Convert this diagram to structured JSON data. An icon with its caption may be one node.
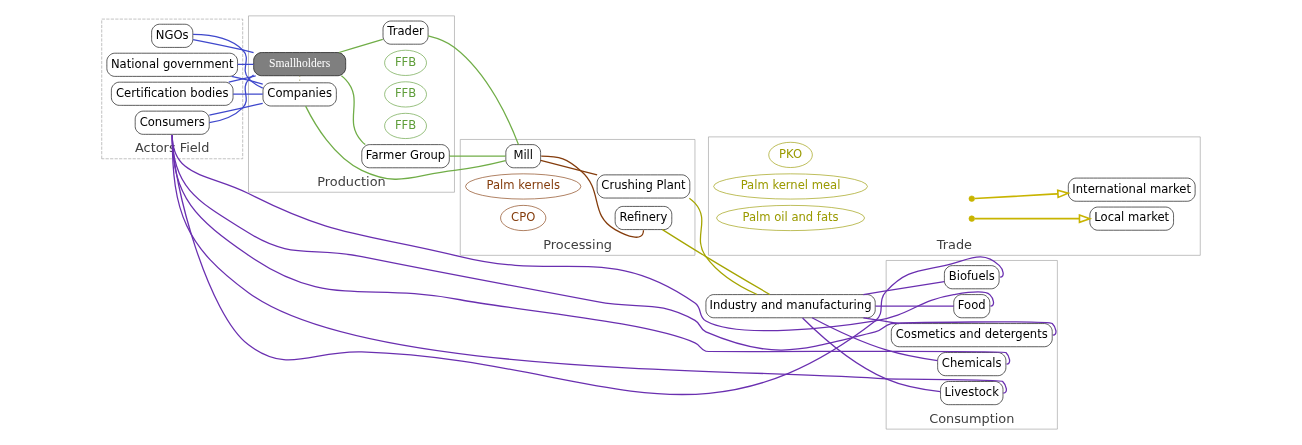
{
  "diagram": {
    "nodes": [
      {
        "text": [
          "Actors Field"
        ]
      },
      {
        "text": [
          "NGOs"
        ],
        "in": 0
      },
      {
        "text": [
          "National government"
        ],
        "in": 0
      },
      {
        "text": [
          "Certification bodies"
        ],
        "in": 0
      },
      {
        "text": [
          "Consumers"
        ],
        "in": 0
      },
      {
        "text": [
          "Production"
        ]
      },
      {
        "text": [
          "Smallholders"
        ],
        "in": 5
      },
      {
        "text": [
          "FFB"
        ],
        "in": 5
      },
      {
        "text": [
          "Trader"
        ],
        "in": 5
      },
      {
        "text": [
          "FFB"
        ],
        "in": 5
      },
      {
        "text": [
          "Farmer Group"
        ],
        "in": 5
      },
      {
        "text": [
          "Companies"
        ],
        "in": 5
      },
      {
        "text": [
          "FFB"
        ],
        "in": 5
      },
      {
        "text": [
          "Processing"
        ]
      },
      {
        "text": [
          "Refinery"
        ],
        "in": 13
      },
      {
        "text": [
          "CPO"
        ],
        "in": 13
      },
      {
        "text": [
          "Mill"
        ],
        "in": 13
      },
      {
        "text": [
          "Palm kernels"
        ],
        "in": 13
      },
      {
        "text": [
          "Crushing Plant"
        ],
        "in": 13
      },
      {
        "text": [
          "Trade"
        ]
      },
      {
        "text": [
          "International market"
        ],
        "in": 19
      },
      {
        "text": [
          "Palm oil and fats"
        ],
        "in": 19
      },
      {
        "text": [
          "PKO"
        ],
        "in": 19
      },
      {
        "text": [
          "Palm kernel meal"
        ],
        "in": 19
      },
      {
        "text": [
          "Local market"
        ],
        "in": 19
      },
      {
        "text": [
          "Industry and manufacturing"
        ]
      },
      {
        "text": [
          "Consumption"
        ]
      },
      {
        "text": [
          "Food"
        ],
        "in": 26
      },
      {
        "text": [
          "Cosmetics and detergents"
        ],
        "in": 26
      },
      {
        "text": [
          "Chemicals"
        ],
        "in": 26
      },
      {
        "text": [
          "Livestock"
        ],
        "in": 26
      },
      {
        "text": [
          "Biofuels"
        ],
        "in": 26
      }
    ],
    "edges": [
      {
        "from": 1,
        "to": 6,
        "arrow": "none",
        "color": "#3f48cc"
      },
      {
        "from": 2,
        "to": 6,
        "arrow": "none",
        "color": "#3f48cc"
      },
      {
        "from": 3,
        "to": 6,
        "arrow": "none",
        "color": "#3f48cc"
      },
      {
        "from": 4,
        "to": 6,
        "arrow": "none",
        "color": "#3f48cc"
      },
      {
        "from": 1,
        "to": 11,
        "arrow": "none",
        "color": "#3f48cc"
      },
      {
        "from": 2,
        "to": 11,
        "arrow": "none",
        "color": "#3f48cc"
      },
      {
        "from": 3,
        "to": 11,
        "arrow": "none",
        "color": "#3f48cc"
      },
      {
        "from": 4,
        "to": 11,
        "arrow": "none",
        "color": "#3f48cc"
      },
      {
        "from": 6,
        "to": 11,
        "arrow": "none",
        "style": "dashed",
        "color": "#8a8a3a"
      },
      {
        "from": 6,
        "to": 8,
        "arrow": "none",
        "color": "#70ad47"
      },
      {
        "from": 6,
        "to": 10,
        "arrow": "none",
        "color": "#70ad47"
      },
      {
        "from": 8,
        "to": 16,
        "arrow": "none",
        "color": "#70ad47"
      },
      {
        "from": 10,
        "to": 16,
        "arrow": "none",
        "color": "#70ad47"
      },
      {
        "from": 11,
        "to": 16,
        "arrow": "none",
        "color": "#70ad47"
      },
      {
        "from": 16,
        "to": 14,
        "arrow": "none",
        "color": "#843c0c"
      },
      {
        "from": 16,
        "to": 18,
        "arrow": "none",
        "color": "#843c0c"
      },
      {
        "from": 14,
        "to": 25,
        "arrow": "none",
        "color": "#a5a500"
      },
      {
        "from": 18,
        "to": 25,
        "arrow": "none",
        "color": "#a5a500"
      },
      {
        "from": null,
        "to": 20,
        "arrow": "to",
        "color": "#c8b400"
      },
      {
        "from": null,
        "to": 24,
        "arrow": "to",
        "color": "#c8b400"
      },
      {
        "from": 25,
        "to": 27,
        "arrow": "none"
      },
      {
        "from": 25,
        "to": 28,
        "arrow": "none"
      },
      {
        "from": 25,
        "to": 29,
        "arrow": "none"
      },
      {
        "from": 25,
        "to": 30,
        "arrow": "none"
      },
      {
        "from": 25,
        "to": 31,
        "arrow": "none"
      },
      {
        "from": 27,
        "to": 4,
        "arrow": "none"
      },
      {
        "from": 28,
        "to": 4,
        "arrow": "none"
      },
      {
        "from": 29,
        "to": 4,
        "arrow": "none"
      },
      {
        "from": 30,
        "to": 4,
        "arrow": "none"
      },
      {
        "from": 31,
        "to": 4,
        "arrow": "none"
      }
    ]
  }
}
